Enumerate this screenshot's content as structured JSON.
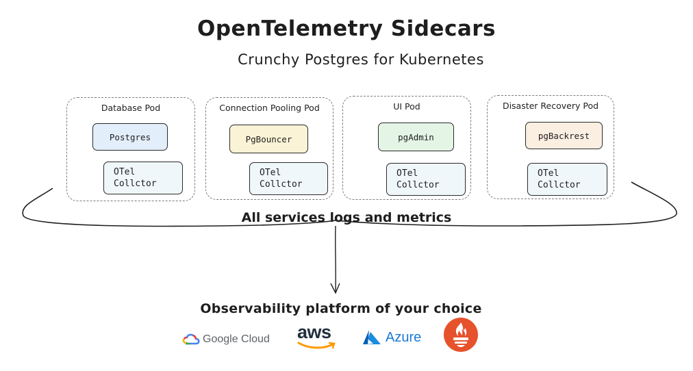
{
  "title": "OpenTelemetry Sidecars",
  "subtitle": "Crunchy Postgres for Kubernetes",
  "pods": [
    {
      "label": "Database Pod",
      "app": "Postgres",
      "app_color": "#e3eefb",
      "otel_line1": "OTel",
      "otel_line2": "Collctor"
    },
    {
      "label": "Connection Pooling Pod",
      "app": "PgBouncer",
      "app_color": "#fbf3d6",
      "otel_line1": "OTel",
      "otel_line2": "Collctor"
    },
    {
      "label": "UI Pod",
      "app": "pgAdmin",
      "app_color": "#e4f5e6",
      "otel_line1": "OTel",
      "otel_line2": "Collctor"
    },
    {
      "label": "Disaster Recovery Pod",
      "app": "pgBackrest",
      "app_color": "#fbefe2",
      "otel_line1": "OTel",
      "otel_line2": "Collctor"
    }
  ],
  "brace_caption": "All services logs and metrics",
  "platform_caption": "Observability platform of your choice",
  "logos": {
    "google": "Google Cloud",
    "aws": "aws",
    "azure": "Azure",
    "prometheus_icon": "prometheus-icon"
  }
}
